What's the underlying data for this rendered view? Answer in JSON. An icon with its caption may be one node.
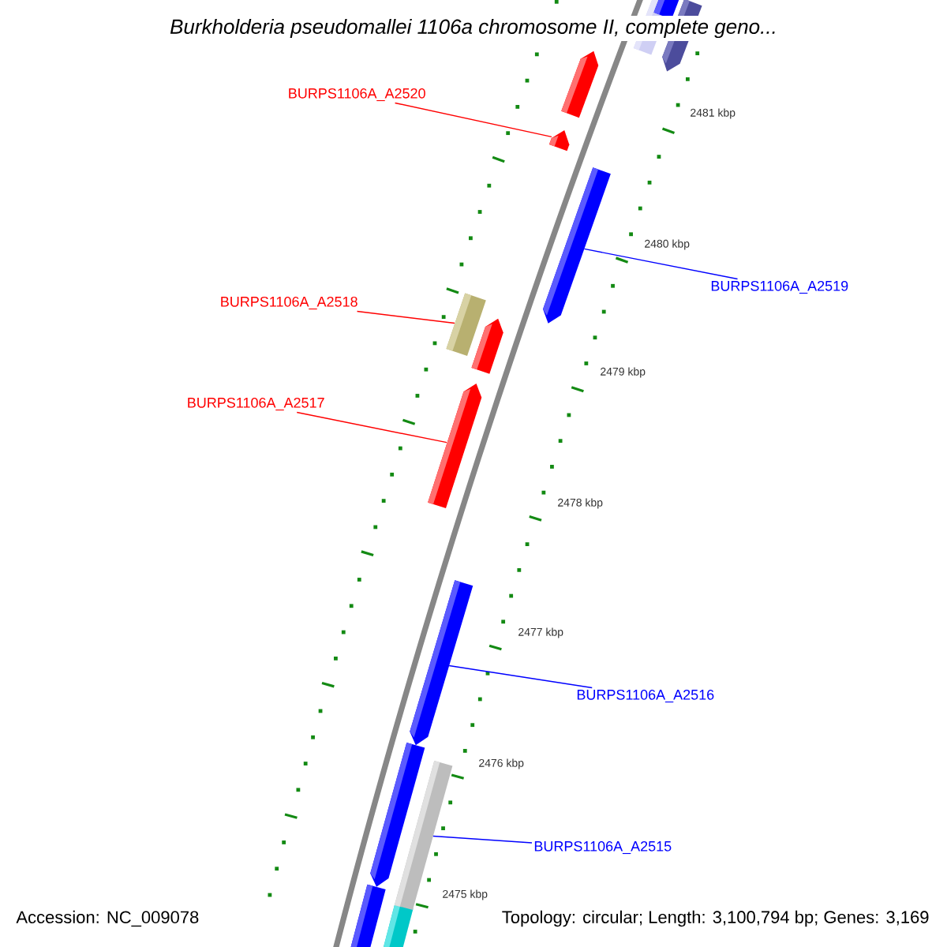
{
  "diagram": {
    "title": "Burkholderia pseudomallei 1106a chromosome II, complete geno...",
    "nodes": [
      {
        "text": [
          "BURPS1106A_A2520"
        ]
      },
      {
        "text": [],
        "shape": "bar"
      },
      {
        "text": [
          "BURPS1106A_A2519"
        ]
      },
      {
        "text": [],
        "shape": "bar"
      },
      {
        "text": [
          "BURPS1106A_A2518"
        ]
      },
      {
        "text": [],
        "shape": "bar"
      },
      {
        "text": [
          "BURPS1106A_A2517"
        ]
      },
      {
        "text": [],
        "shape": "bar"
      },
      {
        "text": [
          "BURPS1106A_A2516"
        ]
      },
      {
        "text": [],
        "shape": "bar"
      },
      {
        "text": [
          "BURPS1106A_A2515"
        ]
      },
      {
        "text": [],
        "shape": "bar"
      }
    ],
    "edges": [
      {
        "from": 0,
        "to": 1,
        "arrow": "none",
        "color": "#ff0000"
      },
      {
        "from": 2,
        "to": 3,
        "arrow": "none",
        "color": "#0000ff"
      },
      {
        "from": 4,
        "to": 5,
        "arrow": "none",
        "color": "#ff0000"
      },
      {
        "from": 6,
        "to": 7,
        "arrow": "none",
        "color": "#ff0000"
      },
      {
        "from": 8,
        "to": 9,
        "arrow": "none",
        "color": "#0000ff"
      },
      {
        "from": 10,
        "to": 11,
        "arrow": "none",
        "color": "#0000ff"
      }
    ],
    "labels": [
      "2481 kbp",
      "2480 kbp",
      "2479 kbp",
      "2478 kbp",
      "2477 kbp",
      "2476 kbp",
      "2475 kbp",
      "Accession: NC_009078",
      "Topology: circular; Length: 3,100,794 bp; Genes: 3,169"
    ]
  }
}
